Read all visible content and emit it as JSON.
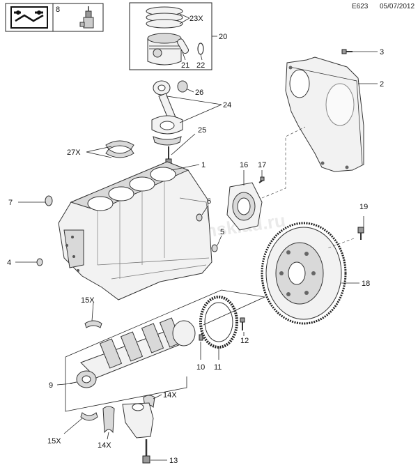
{
  "header": {
    "ref": "E623",
    "date": "05/07/2012"
  },
  "watermark": "www.onsklad.ru",
  "icon_box": {
    "item": "8",
    "icons": [
      "wrench-book-icon",
      "glue-tube-icon"
    ]
  },
  "callouts": {
    "c1": "1",
    "c2": "2",
    "c3": "3",
    "c4": "4",
    "c5": "5",
    "c6": "6",
    "c7": "7",
    "c9": "9",
    "c10": "10",
    "c11": "11",
    "c12": "12",
    "c13": "13",
    "c14a": "14X",
    "c14b": "14X",
    "c15a": "15X",
    "c15b": "15X",
    "c16": "16",
    "c17": "17",
    "c18": "18",
    "c19": "19",
    "c20": "20",
    "c21": "21",
    "c22": "22",
    "c23": "23X",
    "c24": "24",
    "c25": "25",
    "c26": "26",
    "c27": "27X"
  }
}
